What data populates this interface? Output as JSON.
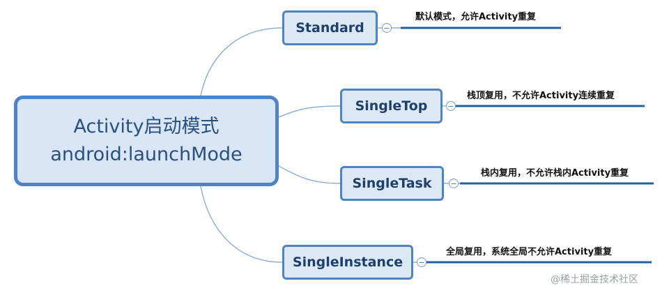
{
  "root": {
    "line1": "Activity启动模式",
    "line2": "android:launchMode"
  },
  "modes": [
    {
      "label": "Standard",
      "note": "默认模式，允许Activity重复"
    },
    {
      "label": "SingleTop",
      "note": "栈顶复用，不允许Activity连续重复"
    },
    {
      "label": "SingleTask",
      "note": "栈内复用，不允许栈内Activity重复"
    },
    {
      "label": "SingleInstance",
      "note": "全局复用，系统全局不允许Activity重复"
    }
  ],
  "collapse_symbol": "−",
  "watermark": "@稀土掘金技术社区",
  "colors": {
    "node_border": "#4f83c8",
    "node_fill": "#dde8f5",
    "connector": "#8fb0d6",
    "note_underline": "#1f5fa8"
  }
}
